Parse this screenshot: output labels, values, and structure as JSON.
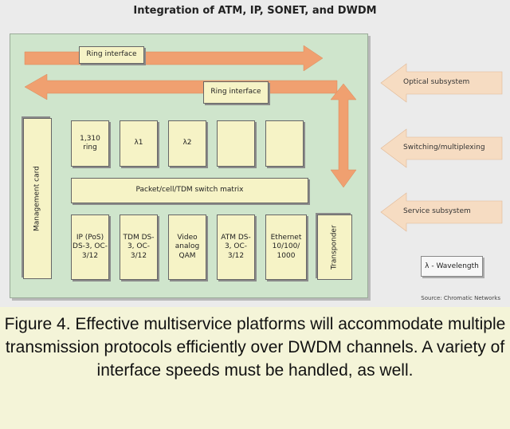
{
  "title": "Integration of ATM, IP, SONET, and DWDM",
  "ring_interface_top": "Ring interface",
  "ring_interface_bottom": "Ring interface",
  "management_card": "Management card",
  "row1": [
    "1,310 ring",
    "λ1",
    "λ2",
    "",
    ""
  ],
  "switch_matrix": "Packet/cell/TDM switch matrix",
  "row3": [
    "IP (PoS) DS-3, OC-3/12",
    "TDM DS-3, OC-3/12",
    "Video analog QAM",
    "ATM DS-3, OC-3/12",
    "Ethernet 10/100/ 1000"
  ],
  "transponder": "Transponder",
  "side_labels": [
    "Optical subsystem",
    "Switching/multiplexing",
    "Service subsystem"
  ],
  "lambda_chip": "λ - Wavelength",
  "source": "Source: Chromatic Networks",
  "caption": "Figure 4. Effective multiservice platforms will accommodate multiple transmission protocols efficiently over DWDM channels. A variety of interface speeds must be handled, as well.",
  "colors": {
    "arrow": "#f0a070",
    "side_arrow": "#f6dcc2",
    "panel": "#cfe5cc",
    "box": "#f6f3c6"
  }
}
